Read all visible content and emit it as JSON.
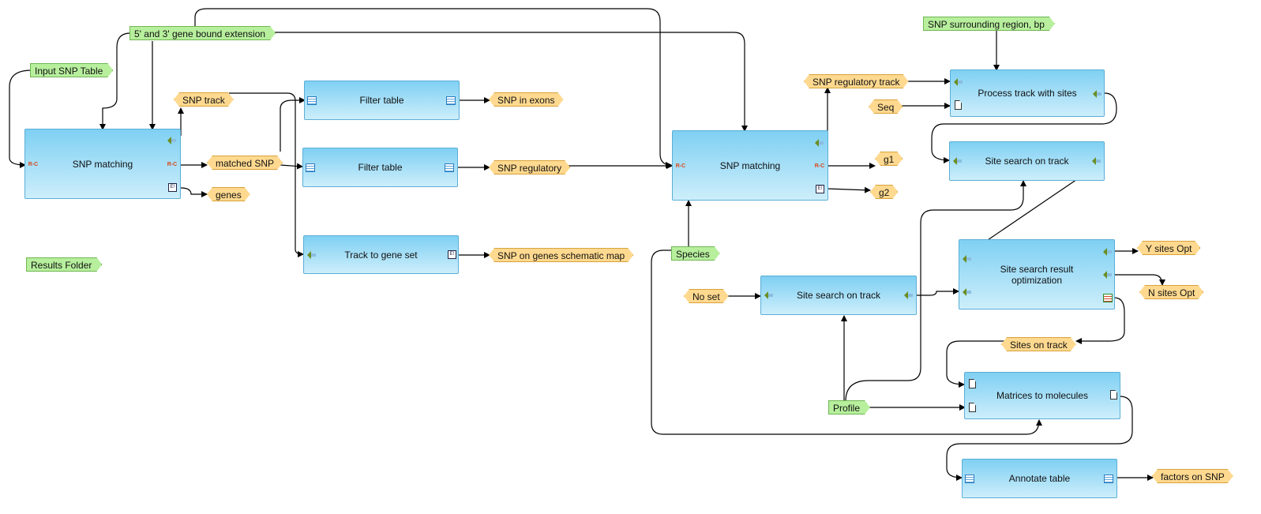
{
  "nodes": {
    "snp_matching_1": "SNP matching",
    "filter_table_1": "Filter table",
    "filter_table_2": "Filter table",
    "track_to_gene_set": "Track to gene set",
    "snp_matching_2": "SNP matching",
    "process_track": "Process track with sites",
    "site_search_1": "Site search on track",
    "site_search_optimization": "Site search result optimization",
    "site_search_2": "Site search on track",
    "matrices_to_molecules": "Matrices to molecules",
    "annotate_table": "Annotate table"
  },
  "parameters": {
    "gene_bound": "5' and 3' gene bound extension",
    "input_snp_table": "Input SNP Table",
    "results_folder": "Results Folder",
    "snp_surrounding": "SNP surrounding region, bp",
    "species": "Species",
    "profile": "Profile"
  },
  "data_items": {
    "snp_track": "SNP track",
    "matched_snp": "matched SNP",
    "genes": "genes",
    "snp_in_exons": "SNP in exons",
    "snp_regulatory": "SNP regulatory",
    "snp_on_genes_map": "SNP on genes schematic map",
    "snp_regulatory_track": "SNP regulatory track",
    "seq": "Seq",
    "g1": "g1",
    "g2": "g2",
    "no_set": "No set",
    "y_sites_opt": "Y sites Opt",
    "n_sites_opt": "N sites Opt",
    "sites_on_track": "Sites on track",
    "factors_on_snp": "factors on SNP"
  },
  "colors": {
    "analysis_box": "#7fd0f3",
    "parameter": "#b7ef9d",
    "data": "#ffd98f",
    "wire": "#000000"
  }
}
